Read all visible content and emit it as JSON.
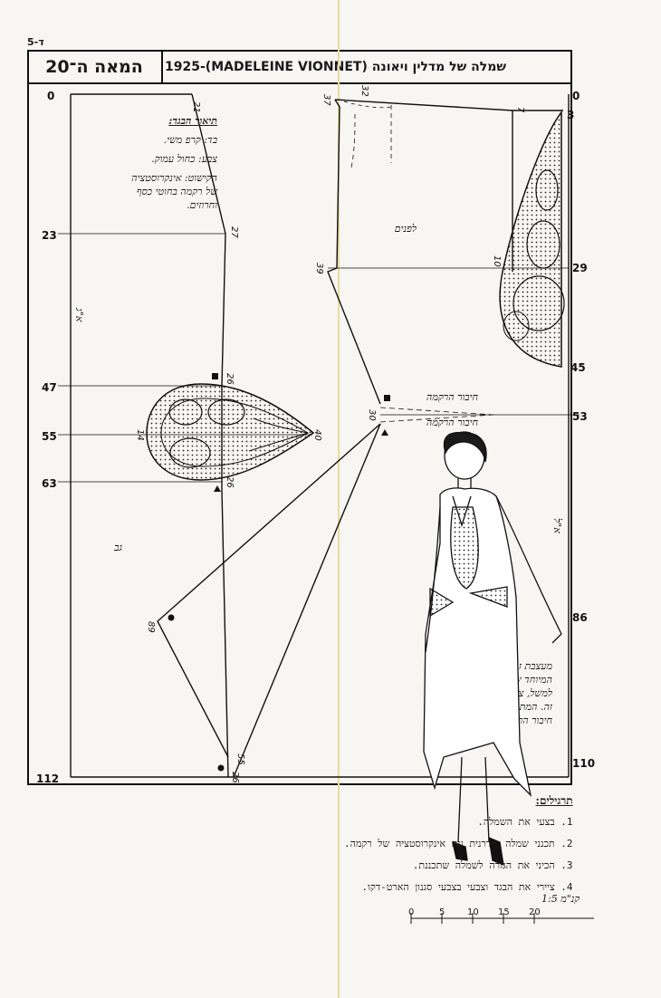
{
  "page_id": "5-ד",
  "header": {
    "left_title": "המאה ה־20",
    "right_title": "שמלה של מדלין ויאונה (MADELEINE VIONNET)-1925"
  },
  "description": {
    "title": "תיאור הבגד:",
    "fabric": "בד: קרפ משי.",
    "color": "צבע: כחול עמוק.",
    "decoration_1": "הקישוט: אינקרוסטציה",
    "decoration_2": "של רקמה בחוטי כסף",
    "decoration_3": "וחרוזים."
  },
  "labels": {
    "front": "לפנים",
    "back": "גב",
    "embroidery_join_1": "חיבור הרקמה",
    "embroidery_join_2": "חיבור הרקמה",
    "length_left": "א\"ג",
    "length_right": "א\"ל"
  },
  "measurements": {
    "left": [
      "0",
      "23",
      "47",
      "55",
      "63",
      "112"
    ],
    "right": [
      "0",
      "3",
      "29",
      "45",
      "53",
      "86",
      "110"
    ],
    "pattern": [
      "21",
      "27",
      "26",
      "26",
      "14",
      "40",
      "89",
      "55",
      "26",
      "37",
      "32",
      "7",
      "10",
      "39",
      "30"
    ]
  },
  "designer_note": {
    "line1": "מעצבת זו ניצלה את האפקט",
    "line2": "המיוחד של בד גזור באלכסון.",
    "line3": "למשל, צידי החצאית שבדגם",
    "line4": "זה. המתפרים נמצאים בתפר",
    "line5": "חיבור הרקמה לבד השמלה."
  },
  "exercises": {
    "title": "תרגילים:",
    "items": [
      "1. בצעי את השמלה.",
      "2. תכנני שמלה מודרנית עם אינקרוסטציה של רקמה.",
      "3. הכיני את הגזרה לשמלה שתכננת.",
      "4. ציירי את הבגד וצבעי בצבעי סגנון הארט-דקו."
    ]
  },
  "scale": {
    "label": "קנ\"מ 1:5",
    "ticks": [
      "0",
      "5",
      "10",
      "15",
      "20"
    ]
  }
}
